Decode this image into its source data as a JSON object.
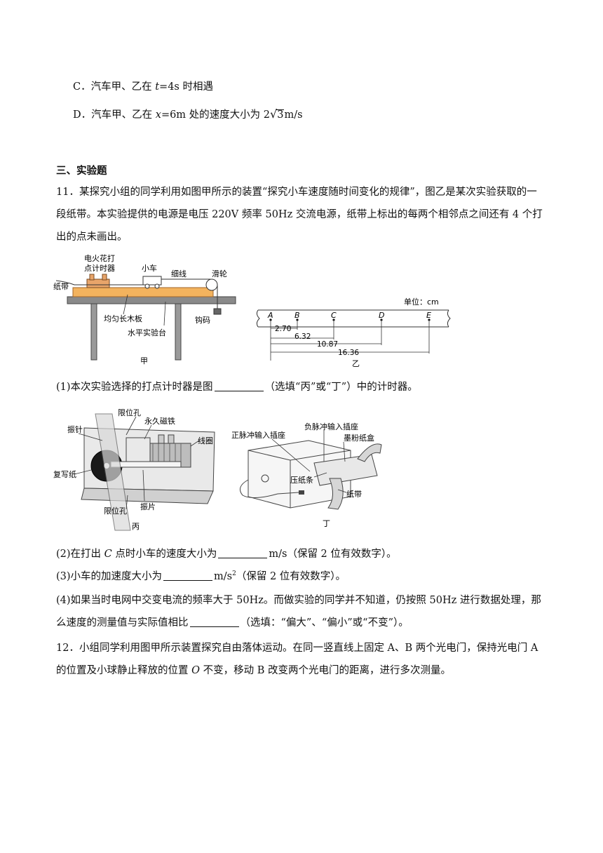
{
  "options": {
    "c": {
      "label": "C．",
      "text_pre": "汽车甲、乙在 ",
      "var": "t",
      "text_post": "=4s 时相遇"
    },
    "d": {
      "label": "D．",
      "text_pre": "汽车甲、乙在 ",
      "var": "x",
      "text_mid": "=6m 处的速度大小为 ",
      "coef": "2",
      "radicand": "3",
      "unit": "m/s"
    }
  },
  "section": {
    "title": "三、实验题"
  },
  "q11": {
    "intro_line1": "11．某探究小组的同学利用如图甲所示的装置“探究小车速度随时间变化的规律”，图乙是某次实验获取的一",
    "intro_line2": "段纸带。本实验提供的电源是电压 220V 频率 50Hz 交流电源，纸带上标出的每两个相邻点之间还有 4 个打",
    "intro_line3": "出的点未画出。",
    "fig_jia": {
      "caption": "甲",
      "labels": {
        "timer": "电火花打",
        "timer2": "点计时器",
        "cart": "小车",
        "string": "细线",
        "pulley": "滑轮",
        "tape": "纸带",
        "board": "均匀长木板",
        "weight": "钩码",
        "table": "水平实验台"
      }
    },
    "fig_yi": {
      "caption": "乙",
      "unit": "单位：cm",
      "points": [
        "A",
        "B",
        "C",
        "D",
        "E"
      ],
      "distances": [
        "2.70",
        "6.32",
        "10.87",
        "16.36"
      ]
    },
    "sub1_pre": "(1)本次实验选择的打点计时器是图",
    "sub1_post": "（选填“丙”或“丁”）中的计时器。",
    "fig_bing": {
      "caption": "丙",
      "labels": {
        "limit_top": "限位孔",
        "magnet": "永久磁铁",
        "needle": "振针",
        "coil": "线圈",
        "carbon": "复写纸",
        "limit_bottom": "限位孔",
        "reed": "振片"
      }
    },
    "fig_ding": {
      "caption": "丁",
      "labels": {
        "neg": "负脉冲输入插座",
        "pos": "正脉冲输入插座",
        "ink": "墨粉纸盒",
        "press": "压纸条",
        "tape": "纸带"
      }
    },
    "sub2_pre": "(2)在打出 ",
    "sub2_var": "C",
    "sub2_mid": " 点时小车的速度大小为",
    "sub2_post": "m/s（保留 2 位有效数字）。",
    "sub3_pre": "(3)小车的加速度大小为",
    "sub3_unit": "m/s",
    "sub3_exp": "2",
    "sub3_post": "（保留 2 位有效数字）。",
    "sub4_line1": "(4)如果当时电网中交变电流的频率大于 50Hz。而做实验的同学并不知道，仍按照 50Hz 进行数据处理，那",
    "sub4_line2_pre": "么速度的测量值与实际值相比",
    "sub4_line2_post": "（选填：“偏大”、“偏小”或“不变”）。"
  },
  "q12": {
    "line1": "12．小组同学利用图甲所示装置探究自由落体运动。在同一竖直线上固定 A、B 两个光电门，保持光电门 A",
    "line2_pre": "的位置及小球静止释放的位置 ",
    "line2_var": "O",
    "line2_post": " 不变，移动 B 改变两个光电门的距离，进行多次测量。"
  }
}
